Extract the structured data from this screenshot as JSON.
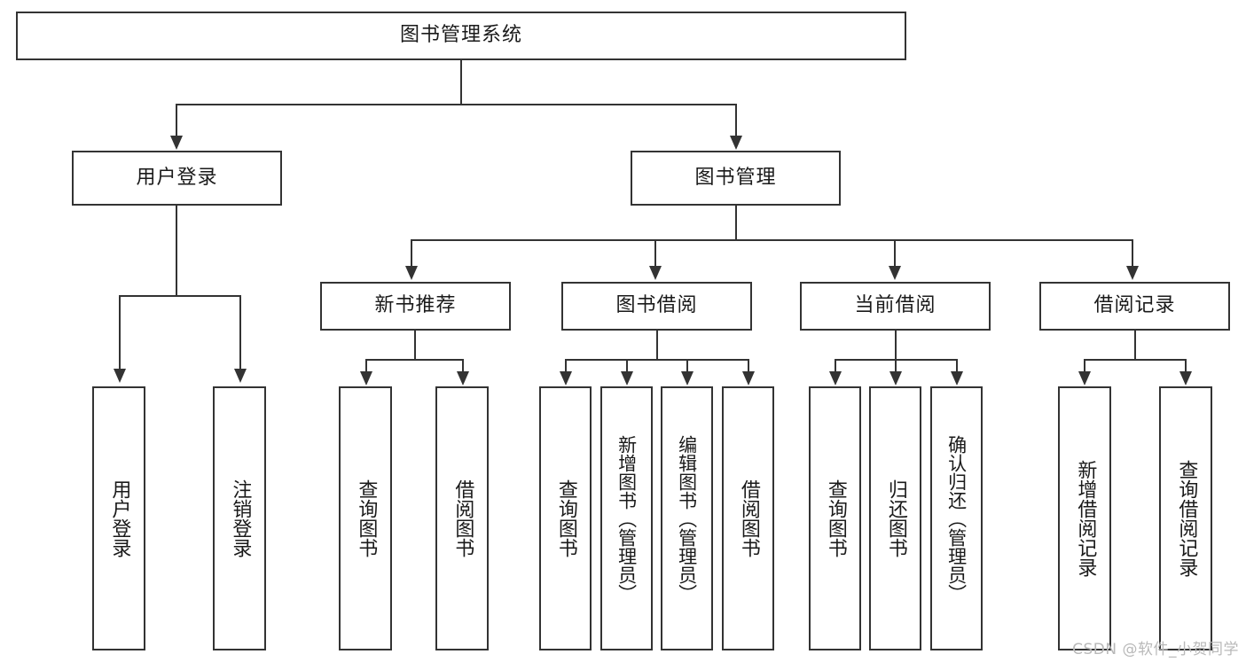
{
  "diagram": {
    "title": "图书管理系统",
    "type": "hierarchy-tree",
    "root": {
      "label": "图书管理系统"
    },
    "level1": [
      {
        "label": "用户登录"
      },
      {
        "label": "图书管理"
      }
    ],
    "level2": [
      {
        "label": "新书推荐"
      },
      {
        "label": "图书借阅"
      },
      {
        "label": "当前借阅"
      },
      {
        "label": "借阅记录"
      }
    ],
    "leaves": {
      "user_login": [
        {
          "label": "用户登录"
        },
        {
          "label": "注销登录"
        }
      ],
      "new_book_recommend": [
        {
          "label": "查询图书"
        },
        {
          "label": "借阅图书"
        }
      ],
      "book_borrow": [
        {
          "label": "查询图书"
        },
        {
          "label": "新增图书（管理员）"
        },
        {
          "label": "编辑图书（管理员）"
        },
        {
          "label": "借阅图书"
        }
      ],
      "current_borrow": [
        {
          "label": "查询图书"
        },
        {
          "label": "归还图书"
        },
        {
          "label": "确认归还（管理员）"
        }
      ],
      "borrow_record": [
        {
          "label": "新增借阅记录"
        },
        {
          "label": "查询借阅记录"
        }
      ]
    }
  },
  "watermark": {
    "text": "CSDN @软件_小贺同学"
  },
  "colors": {
    "stroke": "#333333",
    "background": "#ffffff",
    "text": "#1a1a1a",
    "watermark": "#b9b9b9"
  }
}
